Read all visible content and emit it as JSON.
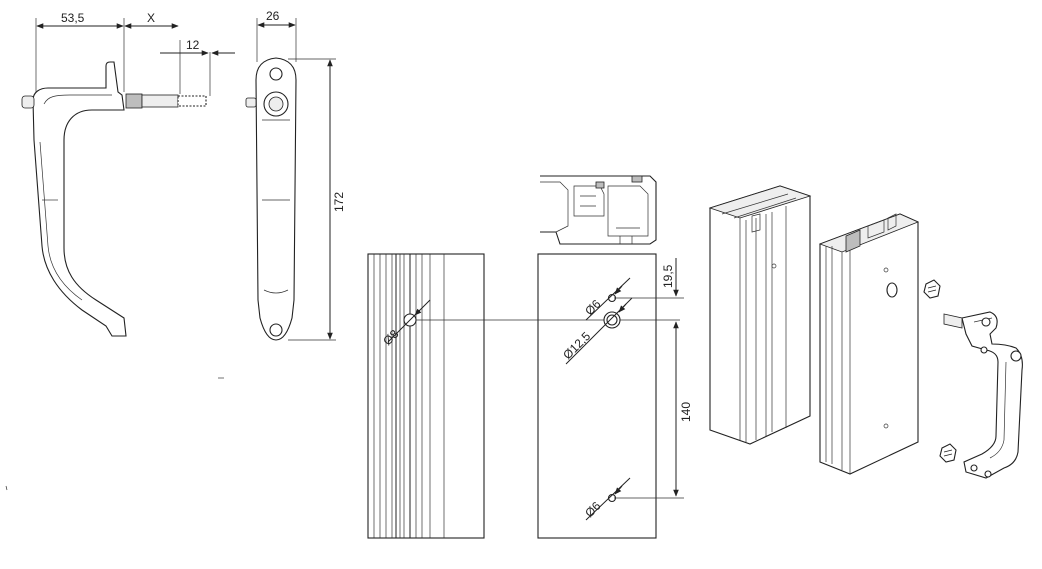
{
  "dimensions": {
    "handle_width": "53,5",
    "spindle_offset": "X",
    "spindle_length": "12",
    "handle_depth": "26",
    "handle_height": "172",
    "hole_top_offset": "19,5",
    "hole_spacing": "140",
    "hole_profile_diameter": "Ø8",
    "hole_top_diameter": "Ø6",
    "hole_center_diameter": "Ø12,5",
    "hole_bottom_diameter": "Ø6"
  },
  "colors": {
    "line": "#222222",
    "shade": "#eeeeee",
    "dark": "#bdbdbd"
  },
  "icons": {
    "arrow": "arrow-head-icon"
  }
}
